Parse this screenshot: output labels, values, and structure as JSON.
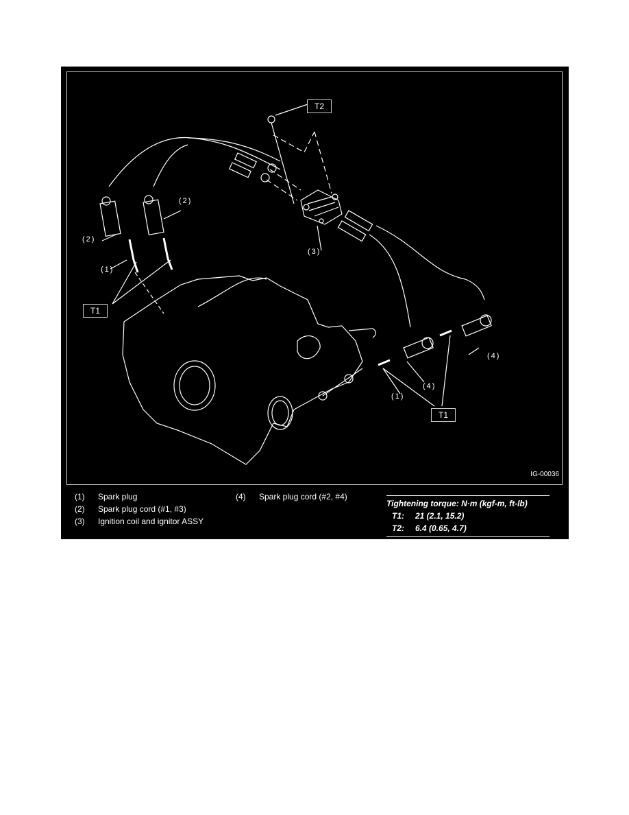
{
  "figure": {
    "id": "IG-00036",
    "callouts": {
      "spark_plug": "(1)",
      "cord_13": "(2)",
      "coil": "(3)",
      "cord_24": "(4)"
    },
    "torque_boxes": {
      "t1": "T1",
      "t2": "T2"
    }
  },
  "legend": {
    "items": [
      {
        "num": "(1)",
        "label": "Spark plug"
      },
      {
        "num": "(2)",
        "label": "Spark plug cord (#1, #3)"
      },
      {
        "num": "(3)",
        "label": "Ignition coil and ignitor ASSY"
      },
      {
        "num": "(4)",
        "label": "Spark plug cord (#2, #4)"
      }
    ]
  },
  "torque": {
    "title": "Tightening torque: N·m (kgf-m, ft-lb)",
    "rows": [
      {
        "key": "T1:",
        "value": "21 (2.1, 15.2)"
      },
      {
        "key": "T2:",
        "value": "6.4 (0.65, 4.7)"
      }
    ]
  }
}
